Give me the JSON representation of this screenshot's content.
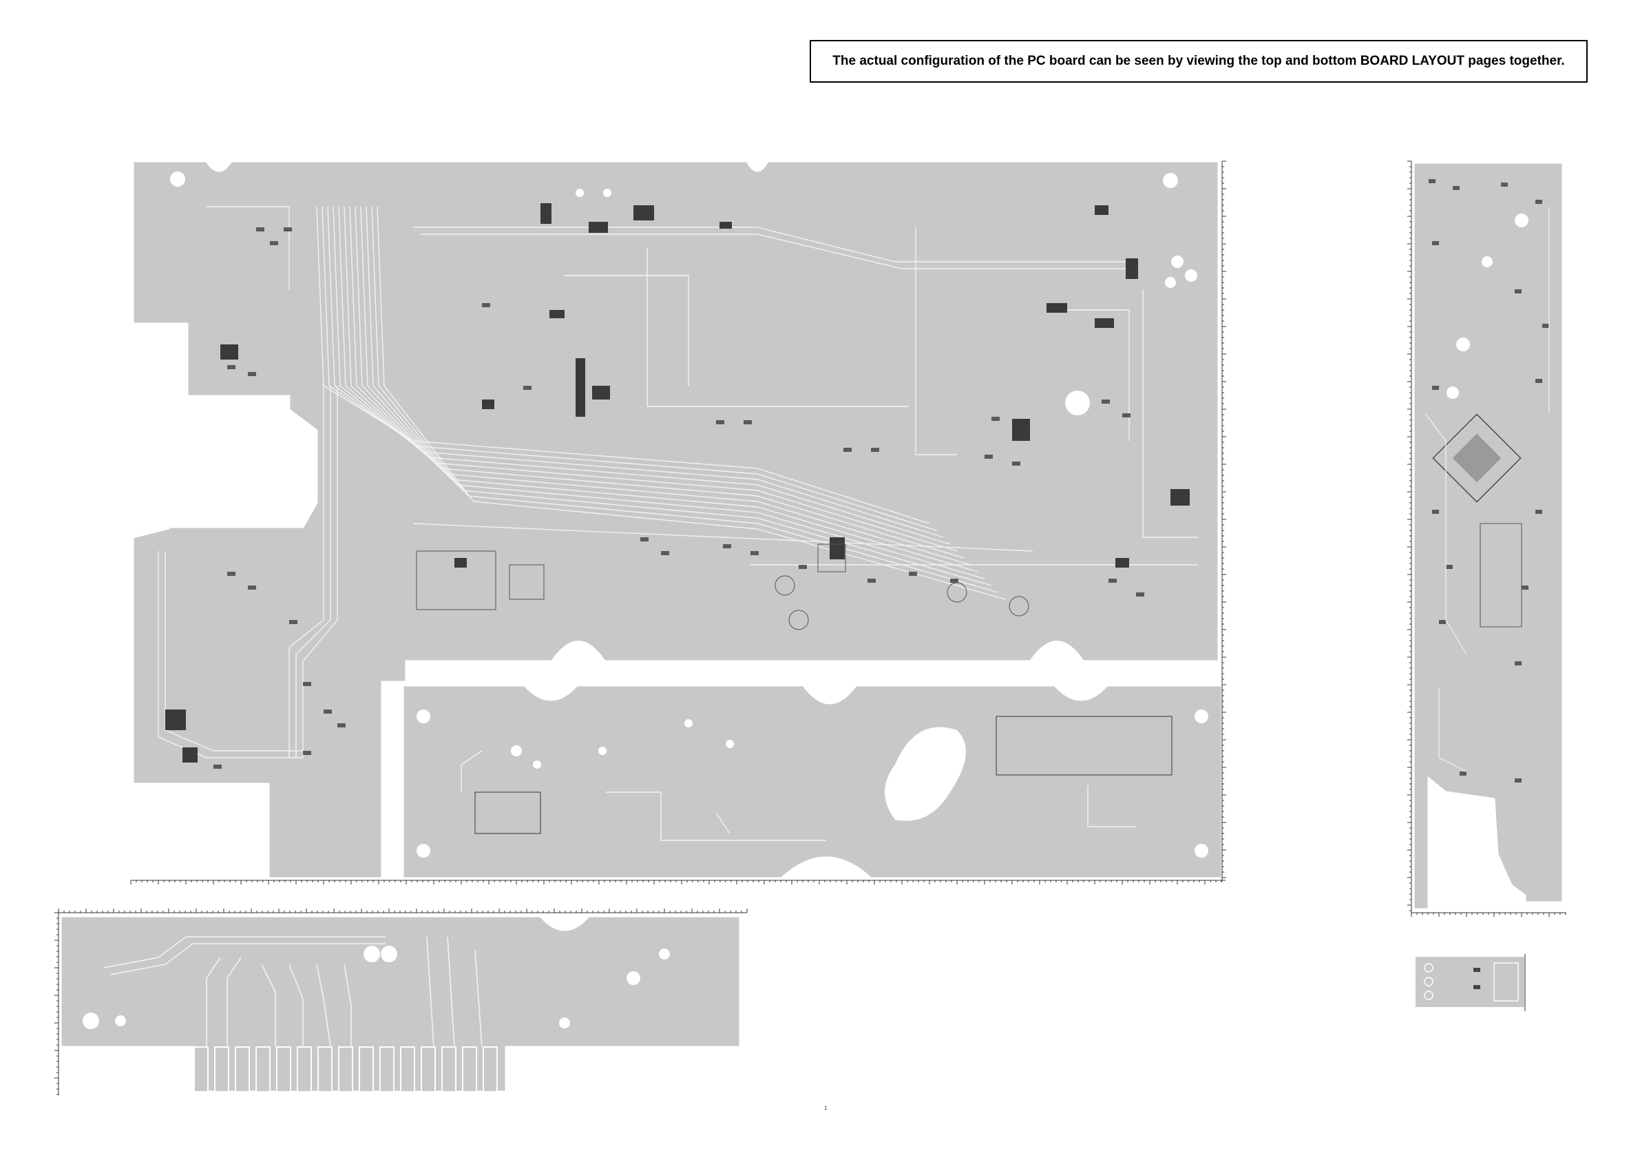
{
  "note": {
    "text": "The actual configuration of the PC board can be seen by viewing the top and bottom BOARD LAYOUT pages together."
  },
  "page_mark": "1",
  "colors": {
    "board_fill": "#c8c8c8",
    "board_edge": "#ffffff",
    "trace": "#f2f2f2",
    "component": "#3a3a3a",
    "ruler": "#333333"
  },
  "boards": [
    {
      "id": "main-board"
    },
    {
      "id": "lower-right-board"
    },
    {
      "id": "connector-board"
    },
    {
      "id": "strip-board"
    },
    {
      "id": "small-board"
    }
  ]
}
